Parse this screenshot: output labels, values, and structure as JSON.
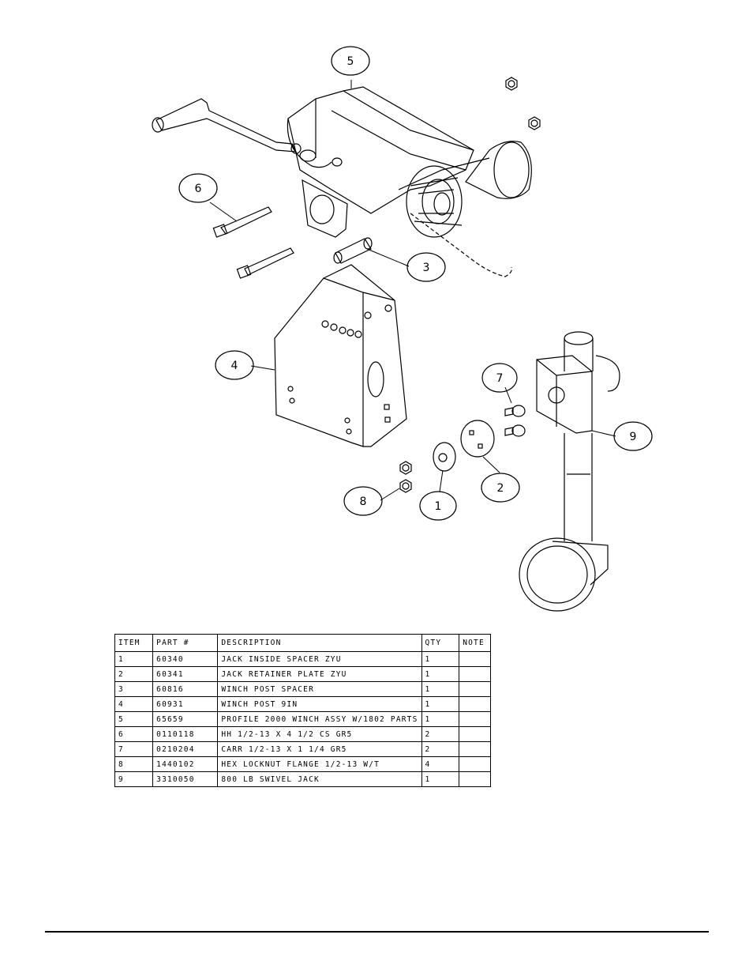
{
  "callouts": [
    "5",
    "6",
    "3",
    "4",
    "7",
    "9",
    "8",
    "1",
    "2"
  ],
  "table": {
    "headers": [
      "ITEM",
      "PART #",
      "DESCRIPTION",
      "QTY",
      "NOTE"
    ],
    "rows": [
      [
        "1",
        "60340",
        "JACK INSIDE SPACER ZYU",
        "1",
        ""
      ],
      [
        "2",
        "60341",
        "JACK RETAINER PLATE ZYU",
        "1",
        ""
      ],
      [
        "3",
        "60816",
        "WINCH POST SPACER",
        "1",
        ""
      ],
      [
        "4",
        "60931",
        "WINCH POST 9IN",
        "1",
        ""
      ],
      [
        "5",
        "65659",
        "PROFILE 2000 WINCH ASSY W/1802 PARTS",
        "1",
        ""
      ],
      [
        "6",
        "0110118",
        "HH 1/2-13 X 4 1/2 CS GR5",
        "2",
        ""
      ],
      [
        "7",
        "0210204",
        "CARR 1/2-13 X 1 1/4 GR5",
        "2",
        ""
      ],
      [
        "8",
        "1440102",
        "HEX LOCKNUT FLANGE 1/2-13 W/T",
        "4",
        ""
      ],
      [
        "9",
        "3310050",
        "800 LB SWIVEL JACK",
        "1",
        ""
      ]
    ]
  }
}
